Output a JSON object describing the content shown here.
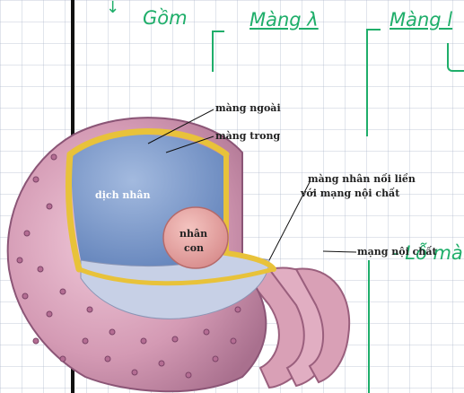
{
  "notes": {
    "gom": "Gồm",
    "mang1": "Màng λ",
    "mang2": "Màng l",
    "lo": "- Lỗ mà"
  },
  "labels": {
    "mang_ngoai": "màng ngoài",
    "mang_trong": "màng trong",
    "mang_nhan_noi_lien_1": "màng nhân nối liền",
    "mang_nhan_noi_lien_2": "với mạng nội chất",
    "mang_noi_chat": "mạng nội chất",
    "dich_nhan": "dịch nhân",
    "nhan_con_1": "nhân",
    "nhan_con_2": "con"
  },
  "colors": {
    "ink_green": "#1fae6a",
    "nucleoplasm": "#7f9ccd",
    "outer_sphere": "#d49ab4",
    "membrane_yellow": "#e8c23a",
    "nucleolus": "#e3a6a6"
  }
}
